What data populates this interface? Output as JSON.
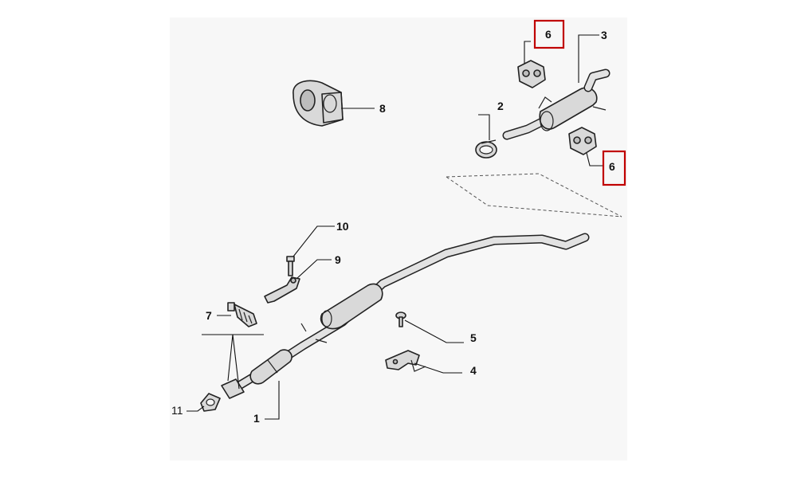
{
  "callouts": {
    "c1": "1",
    "c2": "2",
    "c3": "3",
    "c4": "4",
    "c5": "5",
    "c6_top": "6",
    "c6_right": "6",
    "c7": "7",
    "c8": "8",
    "c9": "9",
    "c10": "10",
    "c11": "11"
  },
  "colors": {
    "highlight": "#c00000",
    "panel": "#f7f7f7"
  }
}
